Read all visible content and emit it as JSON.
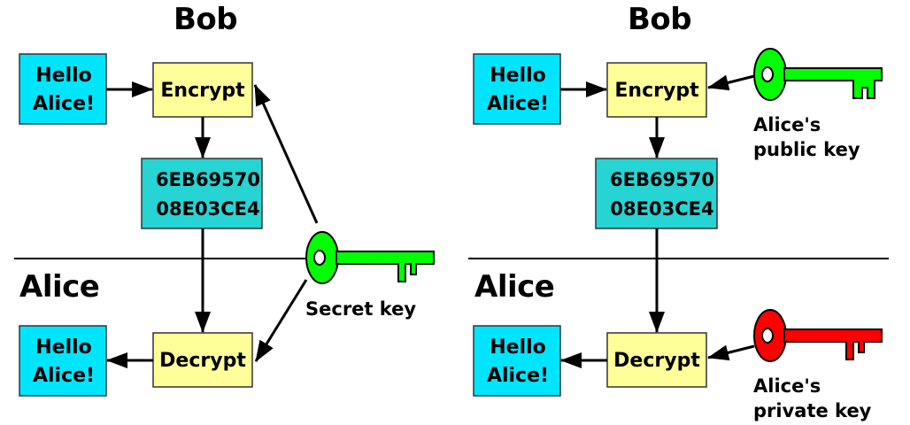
{
  "colors": {
    "plaintext_box": "#00e5ff",
    "process_box": "#ffff99",
    "ciphertext_box": "#27d4d4",
    "shared_key": "#00ff00",
    "public_key": "#00ff00",
    "private_key": "#ff0000",
    "line": "#000000"
  },
  "left_panel": {
    "top_party": "Bob",
    "bottom_party": "Alice",
    "plaintext_in": [
      "Hello",
      "Alice!"
    ],
    "encrypt_label": "Encrypt",
    "ciphertext": [
      "6EB69570",
      "08E03CE4"
    ],
    "decrypt_label": "Decrypt",
    "plaintext_out": [
      "Hello",
      "Alice!"
    ],
    "key": {
      "icon": "key-icon",
      "color": "green",
      "label": [
        "Secret key"
      ]
    }
  },
  "right_panel": {
    "top_party": "Bob",
    "bottom_party": "Alice",
    "plaintext_in": [
      "Hello",
      "Alice!"
    ],
    "encrypt_label": "Encrypt",
    "ciphertext": [
      "6EB69570",
      "08E03CE4"
    ],
    "decrypt_label": "Decrypt",
    "plaintext_out": [
      "Hello",
      "Alice!"
    ],
    "encrypt_key": {
      "icon": "key-icon",
      "color": "green",
      "label": [
        "Alice's",
        "public key"
      ]
    },
    "decrypt_key": {
      "icon": "key-icon",
      "color": "red",
      "label": [
        "Alice's",
        "private key"
      ]
    }
  }
}
